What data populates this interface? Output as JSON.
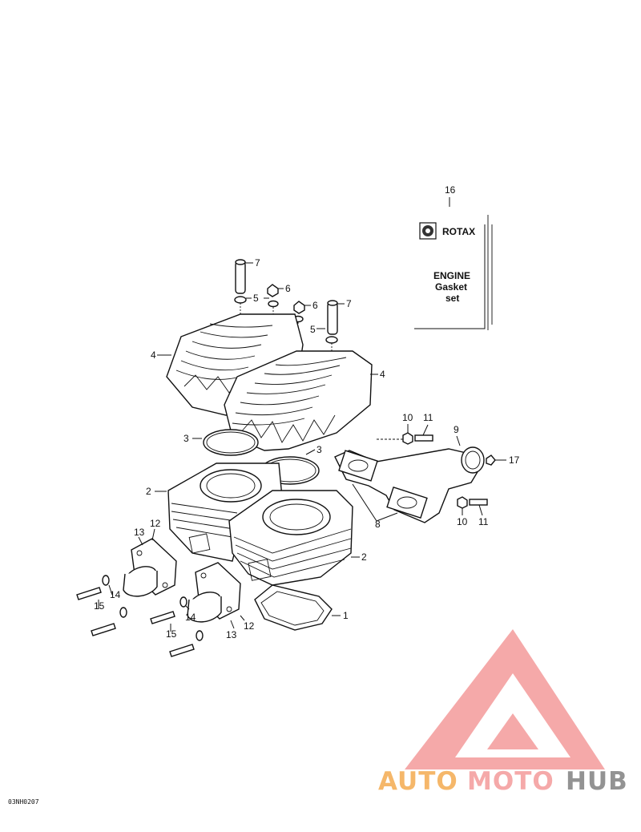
{
  "callouts": {
    "c1": "1",
    "c2a": "2",
    "c2b": "2",
    "c3a": "3",
    "c3b": "3",
    "c4a": "4",
    "c4b": "4",
    "c5a": "5",
    "c5b": "5",
    "c6a": "6",
    "c6b": "6",
    "c7a": "7",
    "c7b": "7",
    "c8": "8",
    "c9": "9",
    "c10a": "10",
    "c10b": "10",
    "c11a": "11",
    "c11b": "11",
    "c12a": "12",
    "c12b": "12",
    "c13a": "13",
    "c13b": "13",
    "c14a": "14",
    "c14b": "14",
    "c15a": "15",
    "c15b": "15",
    "c16": "16",
    "c17": "17"
  },
  "gasket_box": {
    "brand": "ROTAX",
    "line1": "ENGINE",
    "line2": "Gasket",
    "line3": "set"
  },
  "figure_code": "03NH0207",
  "watermark": {
    "part1": "AUTO",
    "part2": "MOTO",
    "part3": "HUB",
    "color_primary": "#f4a0a0",
    "color_accent": "#e58a2a",
    "color_gray": "#888888"
  }
}
